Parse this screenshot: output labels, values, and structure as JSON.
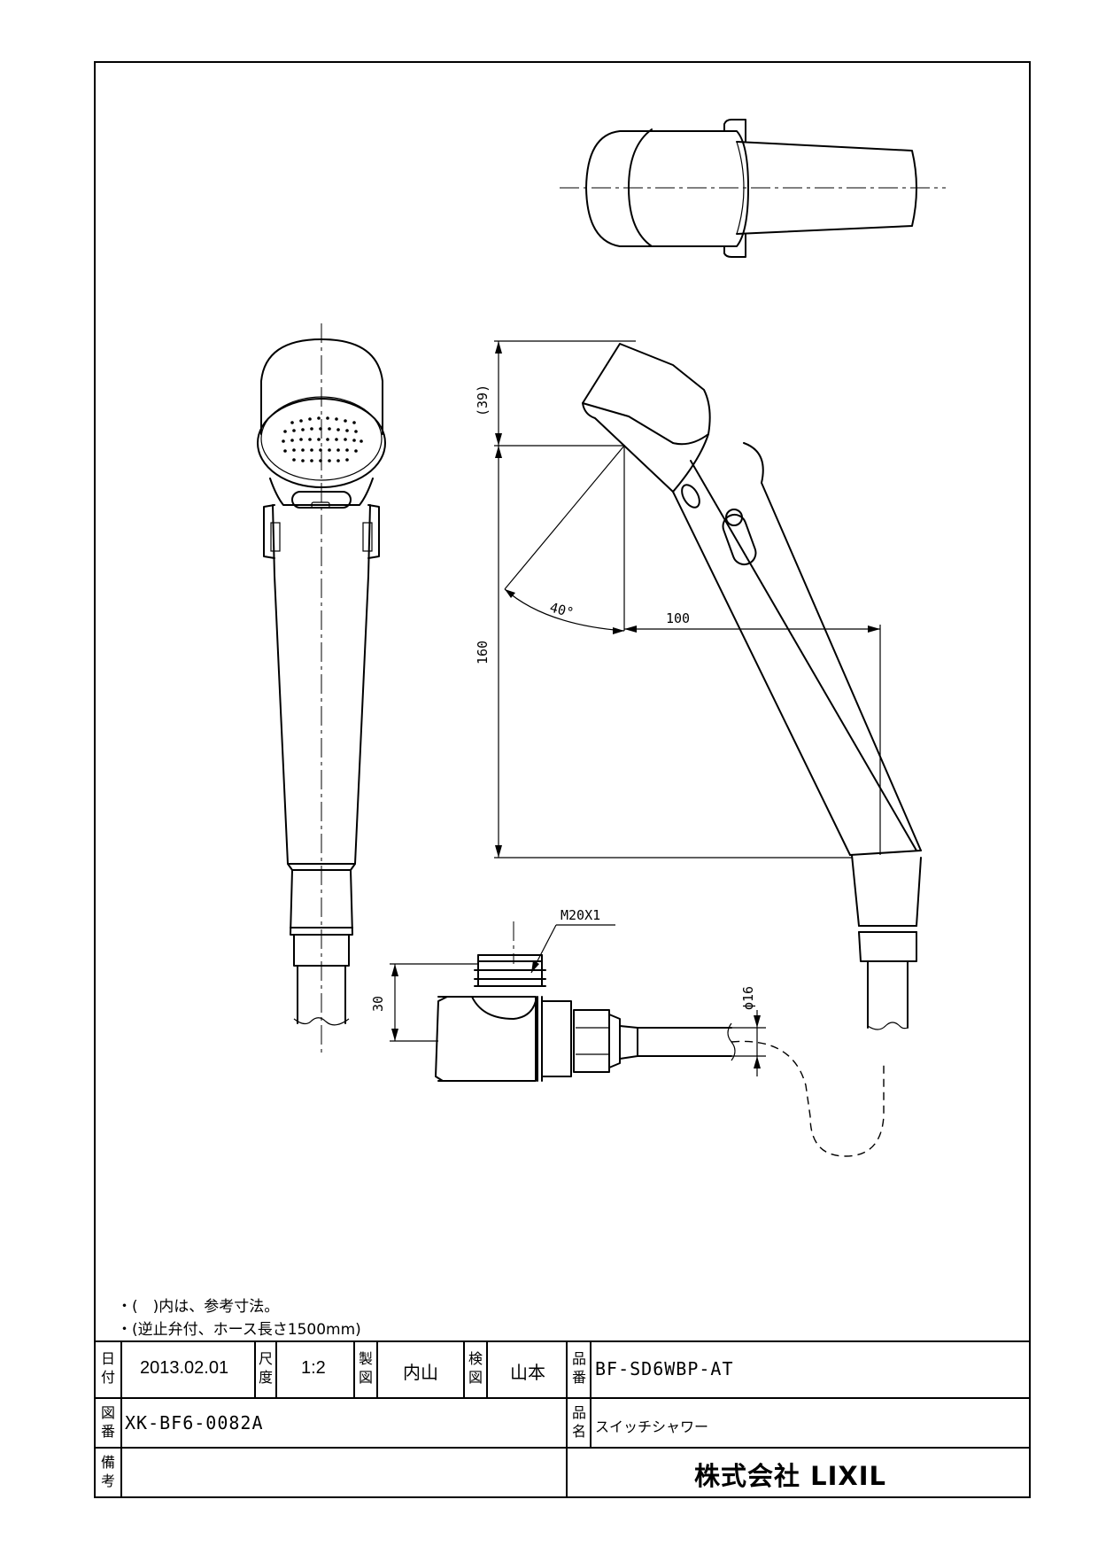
{
  "dimensions": {
    "reference_39": "(39)",
    "height_160": "160",
    "reach_100": "100",
    "angle_40": "40°",
    "thread": "M20X1",
    "height_30": "30",
    "hose_diameter": "ϕ16"
  },
  "notes": [
    "・(　)内は、参考寸法。",
    "・(逆止弁付、ホース長さ1500mm)"
  ],
  "title_block": {
    "date_label": "日付",
    "date": "2013.02.01",
    "scale_label": "尺度",
    "scale": "1:2",
    "drawn_label": "製図",
    "drawn_by": "内山",
    "checked_label": "検図",
    "checked_by": "山本",
    "part_no_label": "品番",
    "part_no": "BF-SD6WBP-AT",
    "drawing_no_label": "図番",
    "drawing_no": "XK-BF6-0082A",
    "product_name_label": "品名",
    "product_name": "スイッチシャワー",
    "remarks_label": "備考",
    "remarks": "",
    "company": "株式会社 LIXIL"
  }
}
